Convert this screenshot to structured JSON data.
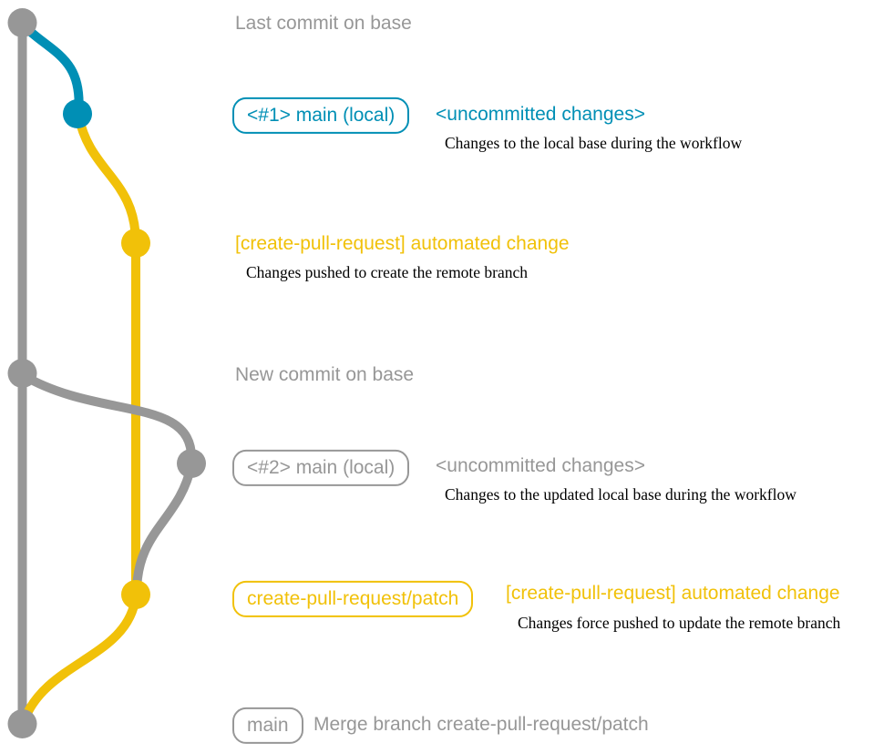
{
  "colors": {
    "gray": "#979797",
    "blue": "#008fb5",
    "yellow": "#f1c109",
    "black": "#000000"
  },
  "annotations": {
    "last_commit": {
      "label": "Last commit on base"
    },
    "local_change_1": {
      "branch_tag": "<#1> main (local)",
      "message": "<uncommitted changes>",
      "description": "Changes to the local base during the workflow"
    },
    "push_1": {
      "message": "[create-pull-request] automated change",
      "description": "Changes pushed to create the remote branch"
    },
    "new_commit": {
      "label": "New commit on base"
    },
    "local_change_2": {
      "branch_tag": "<#2> main (local)",
      "message": "<uncommitted changes>",
      "description": "Changes to the updated local base during the workflow"
    },
    "push_2": {
      "branch_tag": "create-pull-request/patch",
      "message": "[create-pull-request] automated change",
      "description": "Changes force pushed to update the remote branch"
    },
    "merge": {
      "branch_tag": "main",
      "message": "Merge branch create-pull-request/patch"
    }
  }
}
